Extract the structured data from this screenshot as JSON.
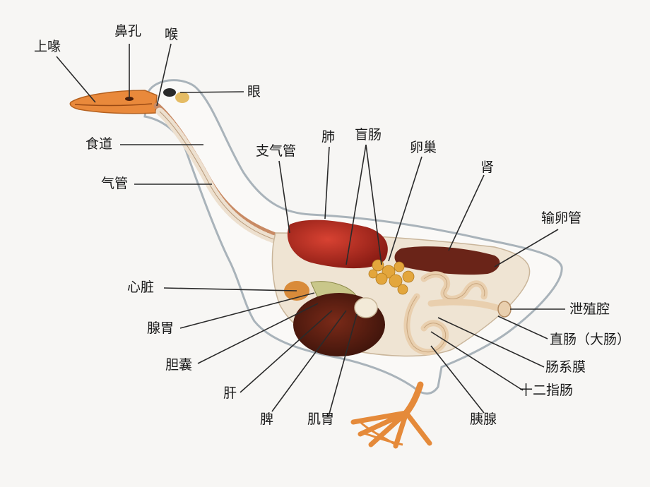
{
  "labels": {
    "upper_beak": "上喙",
    "nostril": "鼻孔",
    "larynx": "喉",
    "eye": "眼",
    "esophagus": "食道",
    "trachea": "气管",
    "bronchus": "支气管",
    "lung": "肺",
    "cecum": "盲肠",
    "ovary": "卵巢",
    "kidney": "肾",
    "oviduct": "输卵管",
    "heart": "心脏",
    "proventriculus": "腺胃",
    "gallbladder": "胆囊",
    "liver": "肝",
    "spleen": "脾",
    "gizzard": "肌胃",
    "pancreas": "胰腺",
    "duodenum": "十二指肠",
    "mesentery": "肠系膜",
    "rectum": "直肠（大肠）",
    "cloaca": "泄殖腔"
  },
  "colors": {
    "background": "#f7f6f4",
    "body_outline": "#a9b3ba",
    "beak": "#e9893b",
    "feet": "#e58a3a",
    "liver": "#5a1e12",
    "lung": "#b42a1e",
    "fat": "#e3a63c",
    "intestine": "#f2dcc0",
    "kidney": "#6a2418",
    "leader_line": "#2a2a2a"
  }
}
